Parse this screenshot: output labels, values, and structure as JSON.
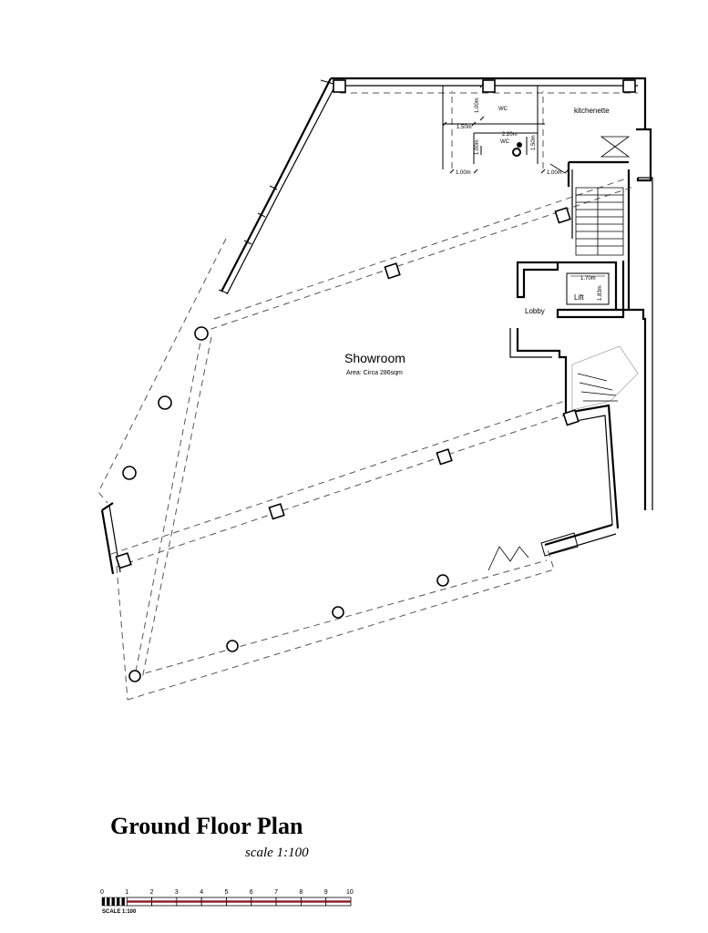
{
  "rooms": {
    "showroom": {
      "label": "Showroom",
      "area": "Area: Circa 286sqm"
    },
    "lobby": "Lobby",
    "lift": "Lift",
    "kitchenette": "kitchenette",
    "wc_upper": "WC",
    "wc_lower": "WC"
  },
  "dimensions": {
    "wc_width_top": "1.00m",
    "wc_left_width": "1.50m",
    "wc_mid": "2.20m",
    "wc_left_low": "1.00m",
    "wc_right_low": "1.50m",
    "bottom_left": "1.00m",
    "bottom_right": "1.00m",
    "lift_width": "1.70m",
    "lift_depth": "1.83m"
  },
  "title": {
    "heading": "Ground Floor Plan",
    "scale": "scale 1:100"
  },
  "scale_bar": {
    "ticks": [
      "0",
      "1",
      "2",
      "3",
      "4",
      "5",
      "6",
      "7",
      "8",
      "9",
      "10"
    ],
    "label": "SCALE 1:100",
    "accent_color": "#8b1a2a"
  }
}
